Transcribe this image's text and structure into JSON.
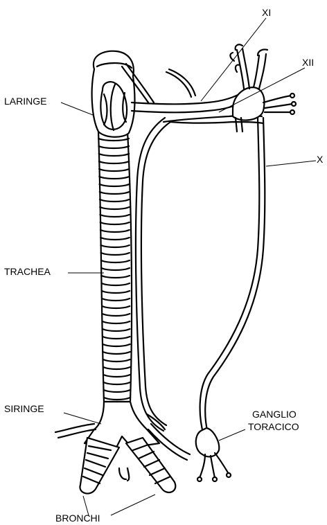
{
  "labels": {
    "xi": "XI",
    "xii": "XII",
    "x": "X",
    "laringe": "LARINGE",
    "trachea": "TRACHEA",
    "siringe": "SIRINGE",
    "ganglio_line1": "GANGLIO",
    "ganglio_line2": "TORACICO",
    "bronchi": "BRONCHI"
  },
  "colors": {
    "ink": "#000000",
    "paper": "#ffffff"
  }
}
